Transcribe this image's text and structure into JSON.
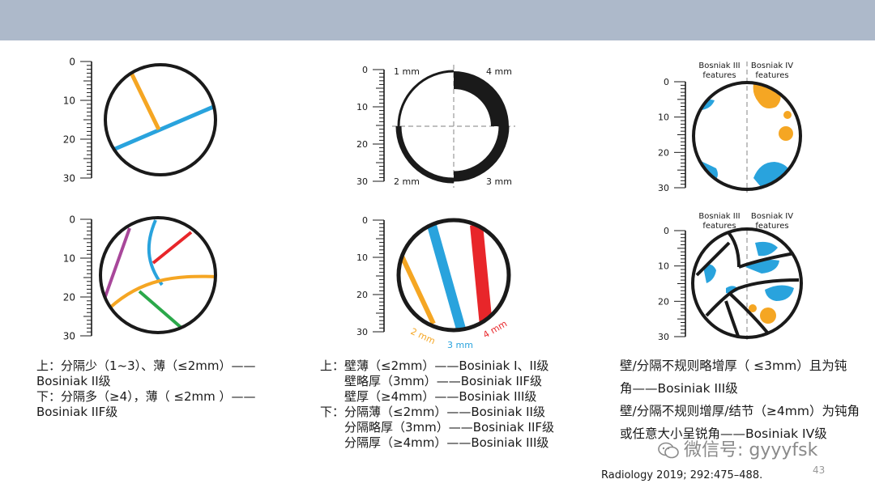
{
  "colors": {
    "header_bar": "#adb9ca",
    "orange": "#f5a623",
    "blue": "#29a3dd",
    "red": "#e8262a",
    "purple": "#a8479a",
    "green": "#2ba84a",
    "dark": "#1a1a1a"
  },
  "rulers": {
    "scale_a": [
      "0",
      "10",
      "20",
      "30"
    ],
    "scale_b": [
      "0",
      "10",
      "20",
      "30"
    ]
  },
  "wall_labels": {
    "top_left": "1 mm",
    "top_right": "4 mm",
    "bottom_left": "2 mm",
    "bottom_right": "3 mm"
  },
  "septa_labels": {
    "orange": "2 mm",
    "blue": "3 mm",
    "red": "4 mm"
  },
  "feature_headers": {
    "left": [
      "Bosniak III",
      "features"
    ],
    "right": [
      "Bosniak IV",
      "features"
    ]
  },
  "captions": {
    "left": [
      "上：分隔少（1~3）、薄（≤2mm）——",
      "Bosiniak II级",
      "下：分隔多（≥4），薄（ ≤2mm ）——",
      "Bosiniak IIF级"
    ],
    "middle": [
      "上：壁薄（≤2mm）——Bosiniak I、II级",
      "壁略厚（3mm）——Bosiniak IIF级",
      "壁厚（≥4mm）——Bosiniak III级",
      "下：分隔薄（≤2mm）——Bosiniak II级",
      "分隔略厚（3mm）——Bosiniak IIF级",
      "分隔厚（≥4mm）——Bosiniak III级"
    ],
    "right": [
      "壁/分隔不规则略增厚（ ≤3mm）且为钝",
      "角——Bosiniak III级",
      "壁/分隔不规则增厚/结节（≥4mm）为钝角",
      "或任意大小呈锐角——Bosiniak IV级"
    ]
  },
  "citation": "Radiology 2019; 292:475–488.",
  "page_number": "43",
  "watermark": "微信号: gyyyfsk"
}
